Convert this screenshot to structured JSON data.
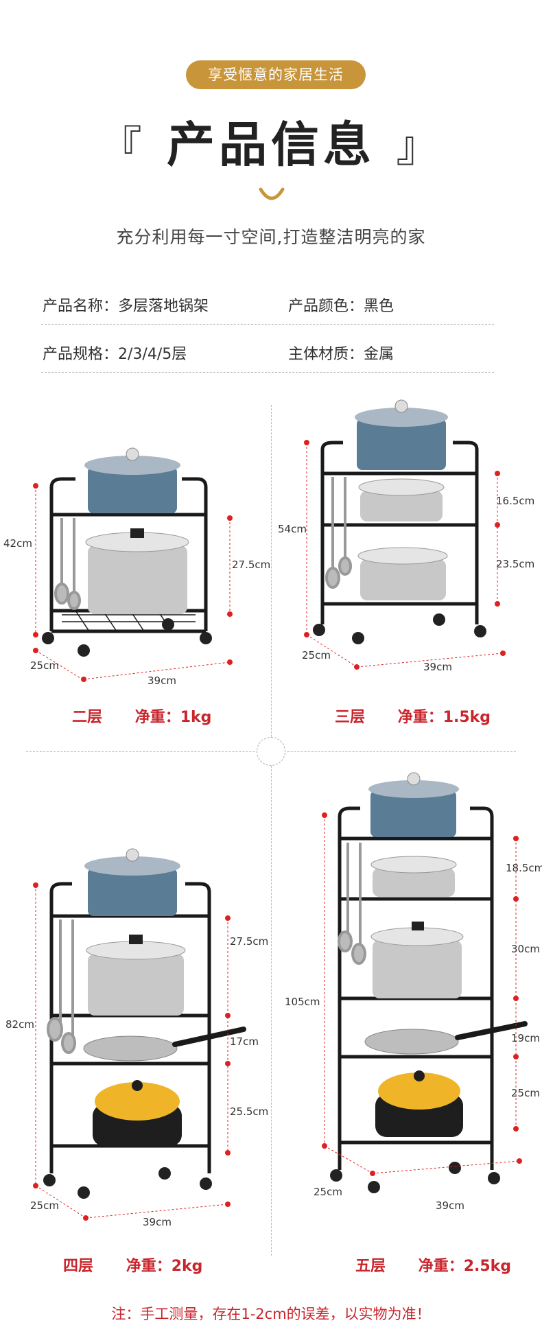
{
  "header": {
    "badge": "享受惬意的家居生活",
    "title_left_bracket": "『",
    "title": "产品信息",
    "title_right_bracket": "』",
    "subtitle": "充分利用每一寸空间,打造整洁明亮的家"
  },
  "info": [
    {
      "key": "产品名称：",
      "value": "多层落地锅架"
    },
    {
      "key": "产品颜色：",
      "value": "黑色"
    },
    {
      "key": "产品规格：",
      "value": "2/3/4/5层"
    },
    {
      "key": "主体材质：",
      "value": "金属"
    }
  ],
  "products": [
    {
      "tier": "二层",
      "weight_label": "净重：",
      "weight": "1kg",
      "dims": {
        "height": "42cm",
        "h1": "27.5cm",
        "depth": "25cm",
        "width": "39cm"
      }
    },
    {
      "tier": "三层",
      "weight_label": "净重：",
      "weight": "1.5kg",
      "dims": {
        "height": "54cm",
        "h1": "16.5cm",
        "h2": "23.5cm",
        "depth": "25cm",
        "width": "39cm"
      }
    },
    {
      "tier": "四层",
      "weight_label": "净重：",
      "weight": "2kg",
      "dims": {
        "height": "82cm",
        "h1": "27.5cm",
        "h2": "17cm",
        "h3": "25.5cm",
        "depth": "25cm",
        "width": "39cm"
      }
    },
    {
      "tier": "五层",
      "weight_label": "净重：",
      "weight": "2.5kg",
      "dims": {
        "height": "105cm",
        "h1": "18.5cm",
        "h2": "30cm",
        "h3": "19cm",
        "h4": "25cm",
        "depth": "25cm",
        "width": "39cm"
      }
    }
  ],
  "note": "注：手工测量，存在1-2cm的误差，以实物为准！",
  "colors": {
    "accent": "#c8953b",
    "red": "#c9252c",
    "rack": "#1a1a1a",
    "pot_blue": "#5a7c95",
    "pot_yellow": "#f0b428"
  }
}
